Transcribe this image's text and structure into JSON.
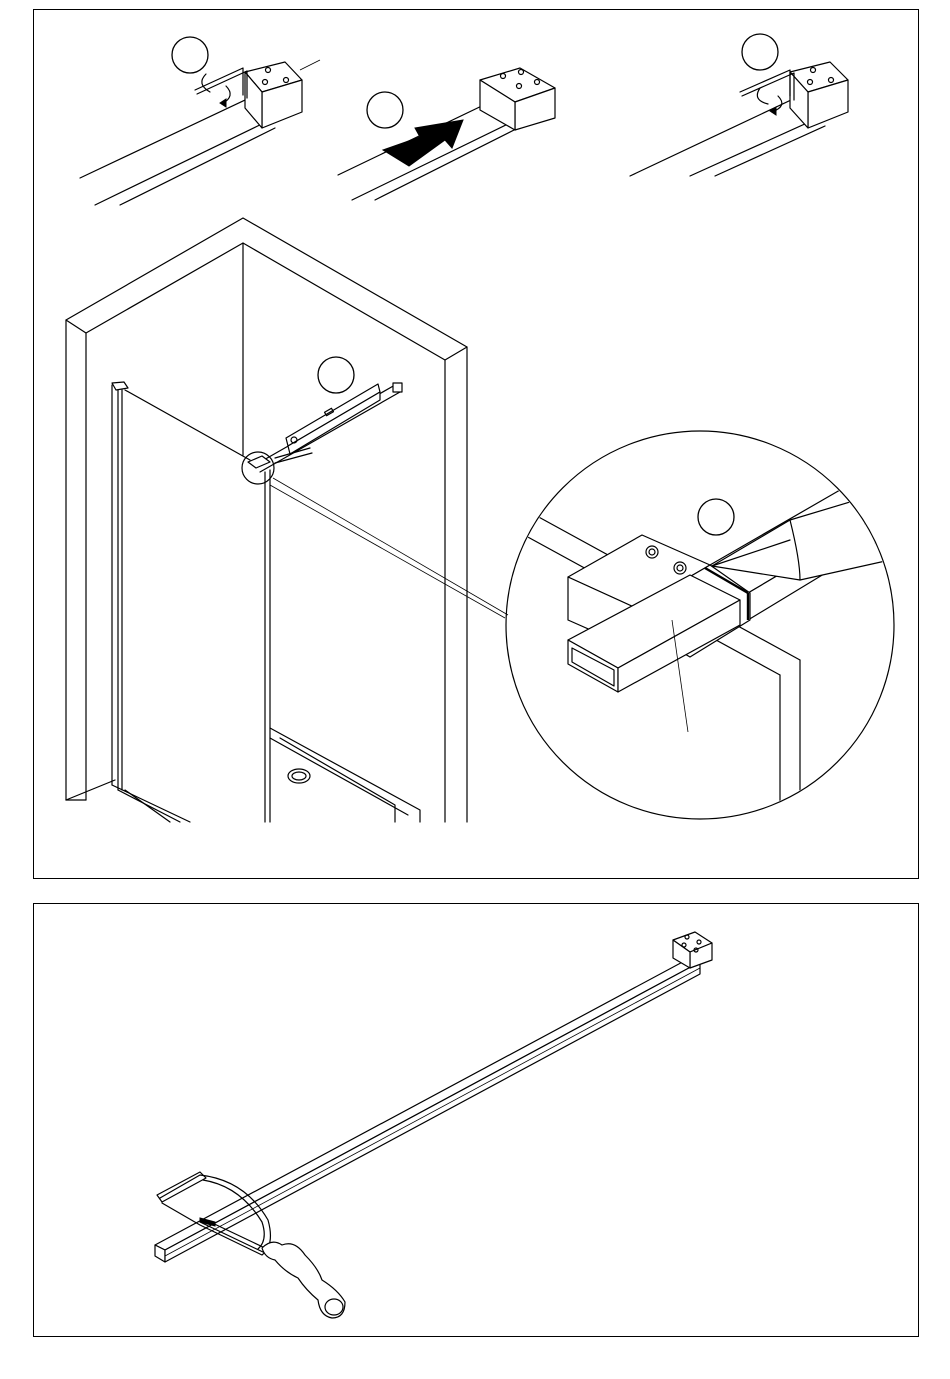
{
  "document": {
    "panels": [
      {
        "id": "panel-top",
        "steps": 5
      },
      {
        "id": "panel-bottom",
        "steps": 0
      }
    ]
  },
  "icons": {
    "step_marker": "circle-step-marker",
    "push_arrow": "arrow-right-icon",
    "rotate_arrow": "rotate-arrow-icon",
    "allen_key": "allen-key-icon",
    "pencil": "pencil-icon",
    "hacksaw": "hacksaw-icon",
    "spirit_level": "spirit-level-icon"
  },
  "colors": {
    "line": "#000000",
    "background": "#ffffff"
  }
}
